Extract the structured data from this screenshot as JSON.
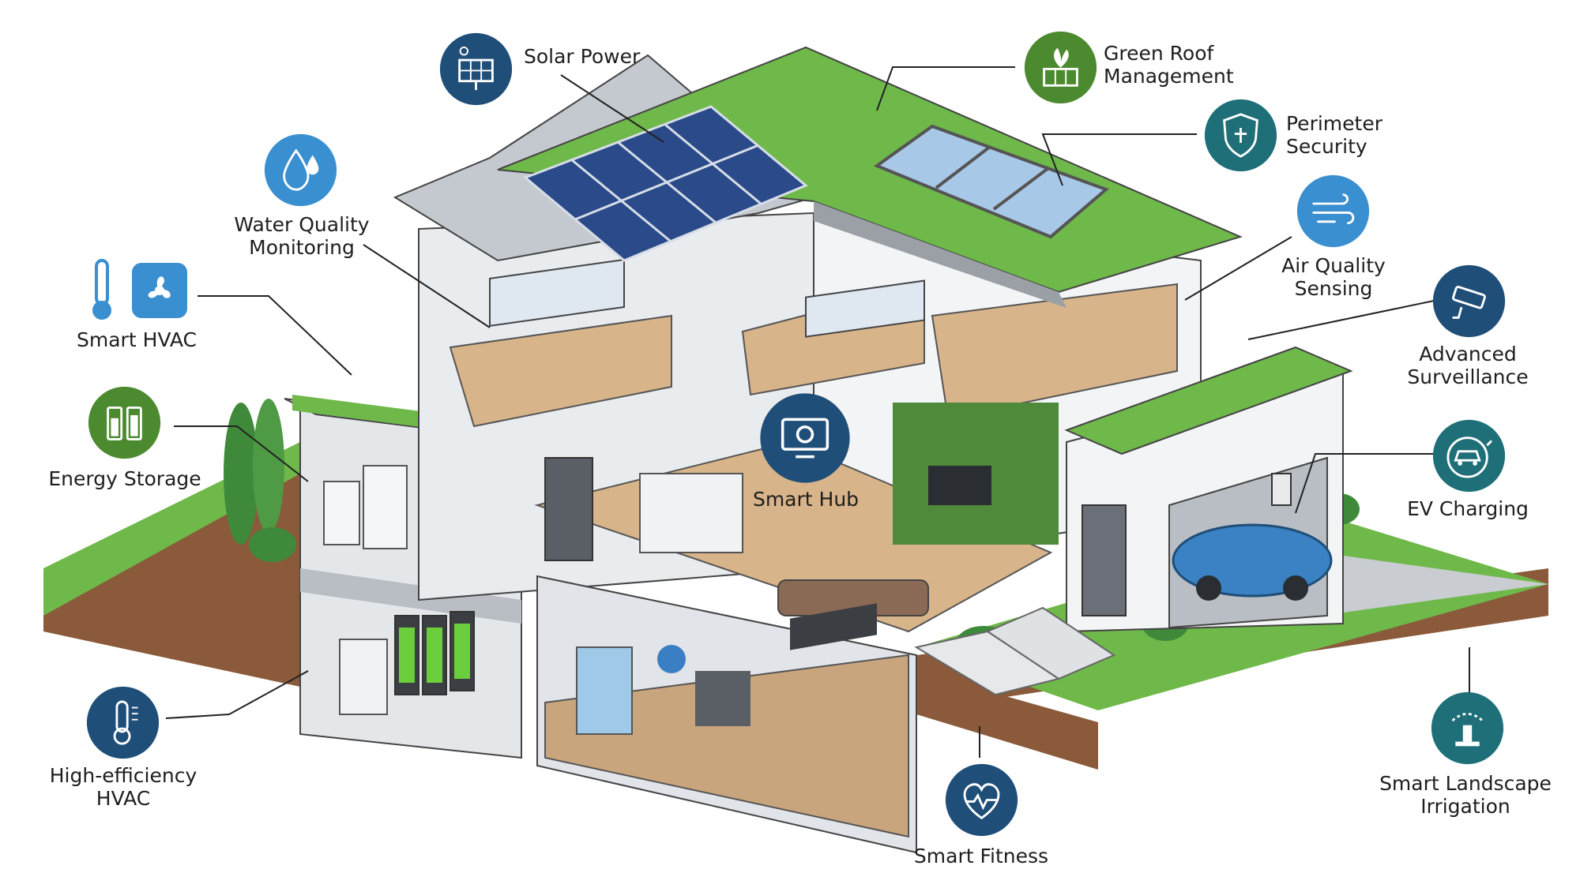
{
  "colors": {
    "badge_navy": "#1f4e79",
    "badge_teal": "#1e6f78",
    "badge_green": "#4c8a2f",
    "badge_sky": "#3a8fd0",
    "grass": "#6fb84a",
    "wall": "#e9ecef",
    "floor": "#d8b48a"
  },
  "features": {
    "solar_power": {
      "label": [
        "Solar Power"
      ],
      "icon": "solar-panel-icon"
    },
    "green_roof": {
      "label": [
        "Green Roof",
        "Management"
      ],
      "icon": "green-roof-icon"
    },
    "perimeter_security": {
      "label": [
        "Perimeter",
        "Security"
      ],
      "icon": "shield-icon"
    },
    "air_quality": {
      "label": [
        "Air Quality",
        "Sensing"
      ],
      "icon": "wind-icon"
    },
    "advanced_surveillance": {
      "label": [
        "Advanced",
        "Surveillance"
      ],
      "icon": "security-camera-icon"
    },
    "ev_charging": {
      "label": [
        "EV Charging"
      ],
      "icon": "car-charging-icon"
    },
    "smart_irrigation": {
      "label": [
        "Smart Landscape",
        "Irrigation"
      ],
      "icon": "sprinkler-icon"
    },
    "smart_fitness": {
      "label": [
        "Smart Fitness"
      ],
      "icon": "heart-pulse-icon"
    },
    "smart_hub": {
      "label": [
        "Smart Hub"
      ],
      "icon": "monitor-icon"
    },
    "water_quality": {
      "label": [
        "Water Quality",
        "Monitoring"
      ],
      "icon": "water-drop-icon"
    },
    "smart_hvac": {
      "label": [
        "Smart HVAC"
      ],
      "icon": "thermometer-fan-icon"
    },
    "energy_storage": {
      "label": [
        "Energy Storage"
      ],
      "icon": "battery-icon"
    },
    "high_efficiency_hvac": {
      "label": [
        "High-efficiency",
        "HVAC"
      ],
      "icon": "thermometer-icon"
    }
  }
}
